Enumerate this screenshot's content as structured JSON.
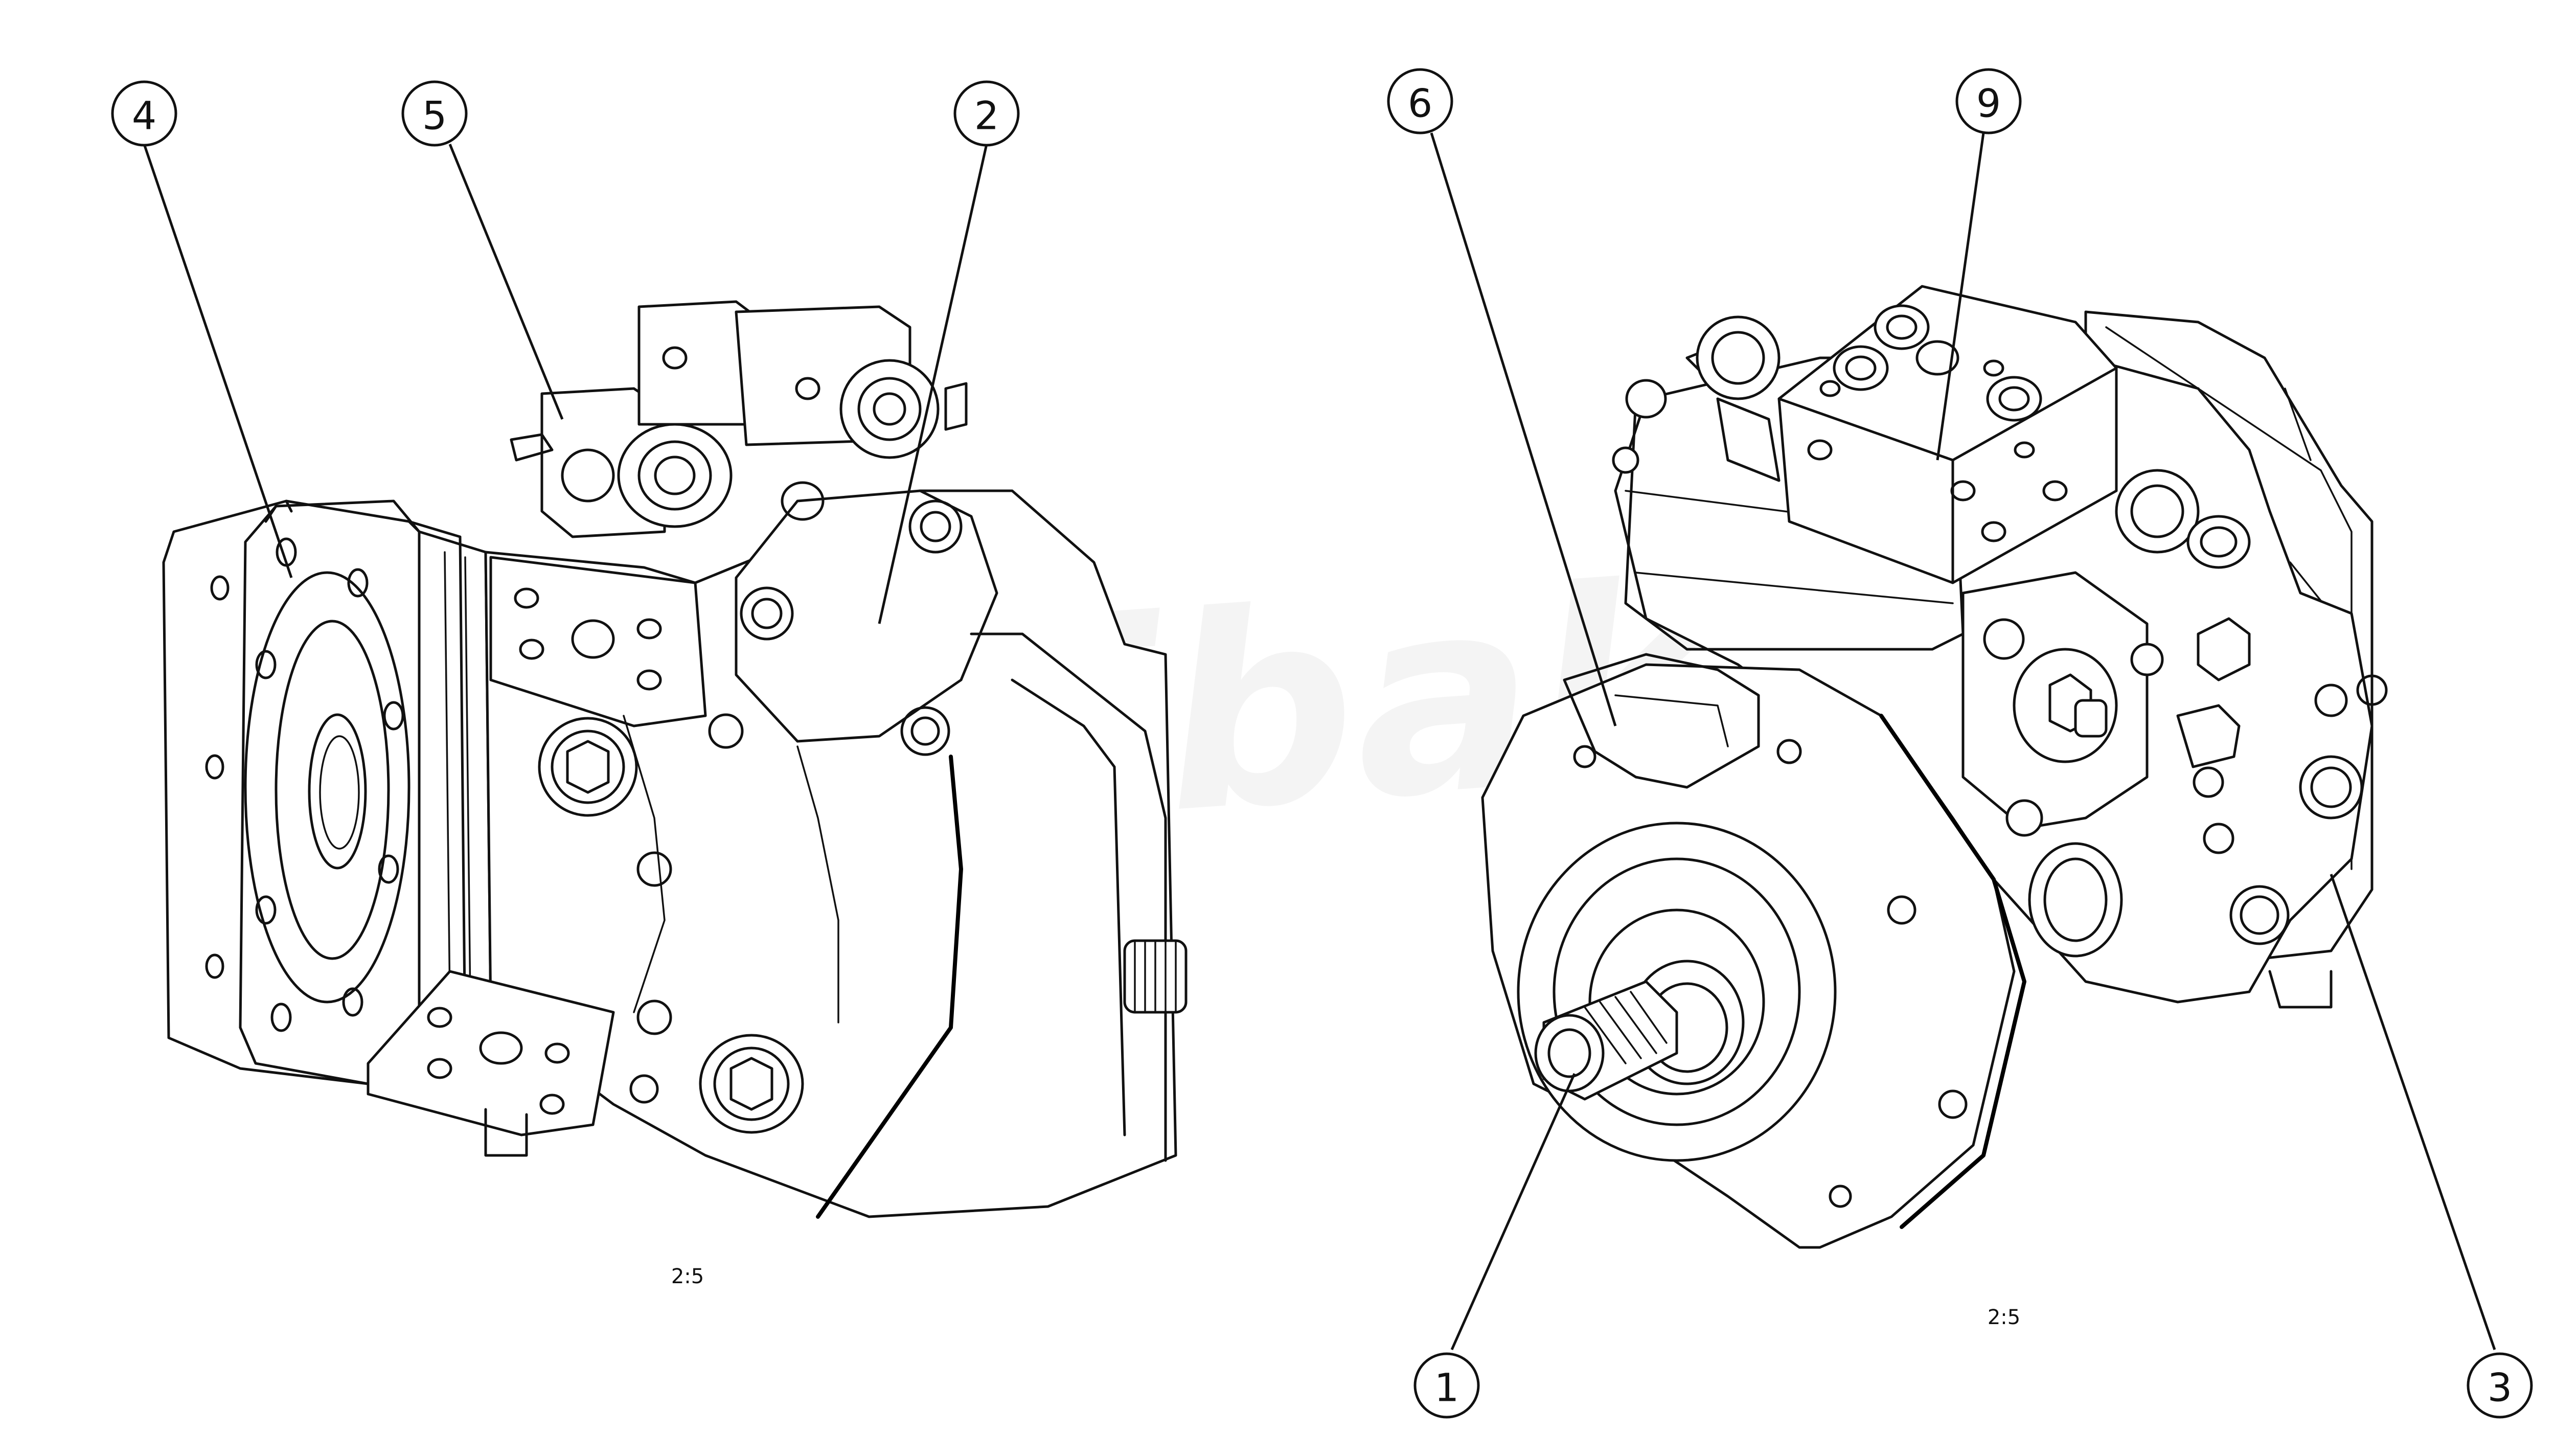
{
  "watermark": "Alibaka",
  "views": [
    {
      "id": "left",
      "scale": "2:5",
      "balloons": [
        {
          "label": "4",
          "part": "end-flange"
        },
        {
          "label": "5",
          "part": "solenoid-valve"
        },
        {
          "label": "2",
          "part": "pump-housing"
        }
      ]
    },
    {
      "id": "right",
      "scale": "2:5",
      "balloons": [
        {
          "label": "6",
          "part": "end-cover"
        },
        {
          "label": "9",
          "part": "control-block"
        },
        {
          "label": "1",
          "part": "splined-shaft"
        },
        {
          "label": "3",
          "part": "main-body"
        }
      ]
    }
  ]
}
